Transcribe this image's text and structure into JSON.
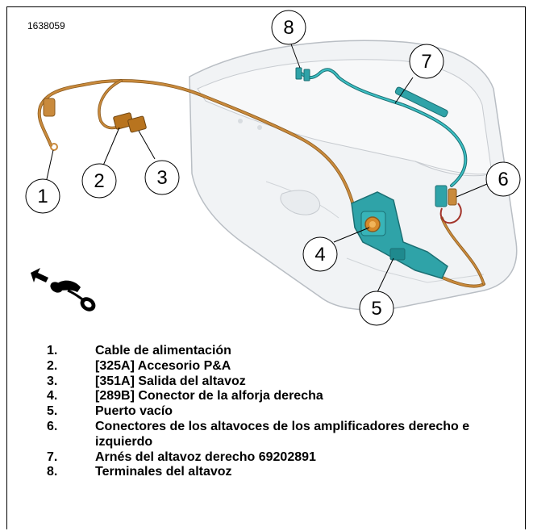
{
  "figure_id": "1638059",
  "callouts": [
    "1",
    "2",
    "3",
    "4",
    "5",
    "6",
    "7",
    "8"
  ],
  "legend": [
    {
      "num": "1.",
      "text": "Cable de alimentación"
    },
    {
      "num": "2.",
      "text": "[325A] Accesorio P&A"
    },
    {
      "num": "3.",
      "text": "[351A] Salida del altavoz"
    },
    {
      "num": "4.",
      "text": "[289B] Conector de la alforja derecha"
    },
    {
      "num": "5.",
      "text": "Puerto vacío"
    },
    {
      "num": "6.",
      "text": "Conectores de los altavoces de los amplificadores derecho e izquierdo"
    },
    {
      "num": "7.",
      "text": "Arnés del altavoz derecho 69202891"
    },
    {
      "num": "8.",
      "text": "Terminales del altavoz"
    }
  ],
  "colors": {
    "harness": "#c98a3c",
    "harness_dark": "#8a5a1e",
    "teal_part": "#2fa3a8",
    "teal_dark": "#1b6f73",
    "saddlebag_fill": "#f1f3f5",
    "saddlebag_line": "#b9bec4"
  },
  "icons": [
    "motorcycle-direction-icon",
    "forward-arrow-icon"
  ]
}
